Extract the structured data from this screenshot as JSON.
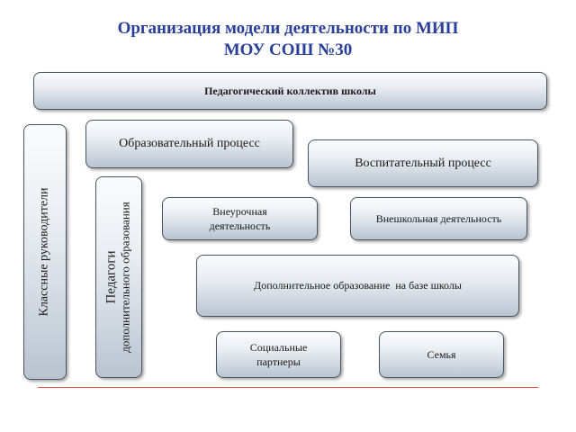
{
  "title": {
    "line1": "Организация модели деятельности по МИП",
    "line2": "МОУ СОШ №30"
  },
  "boxes": {
    "collective": "Педагогический коллектив школы",
    "class_teachers": "Классные руководители",
    "educational_process": "Образовательный процесс",
    "upbringing_process": "Воспитательный процесс",
    "additional_teachers_line1": "Педагоги",
    "additional_teachers_line2": "дополнительного образования",
    "extracurricular": "Внеурочная деятельность",
    "out_of_school": "Внешкольная деятельность",
    "additional_education": "Дополнительное образование  на базе школы",
    "social_partners": "Социальные партнеры",
    "family": "Семья"
  },
  "colors": {
    "title": "#2a3f9a",
    "divider": "#e05a4a",
    "box_border": "#4a5562"
  }
}
